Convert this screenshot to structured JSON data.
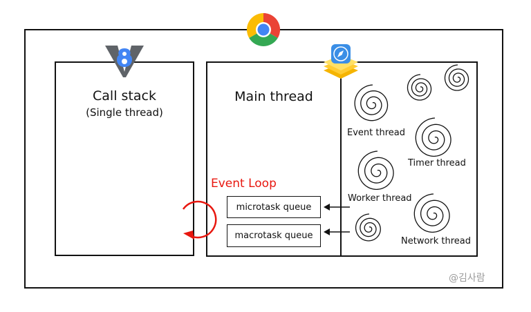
{
  "call_stack": {
    "title": "Call stack",
    "subtitle": "(Single thread)"
  },
  "main_thread": {
    "title": "Main thread"
  },
  "event_loop": {
    "label": "Event Loop",
    "color": "#e8170f"
  },
  "queues": {
    "microtask": "microtask queue",
    "macrotask": "macrotask queue"
  },
  "threads": {
    "event": "Event thread",
    "timer": "Timer thread",
    "worker": "Worker thread",
    "network": "Network thread"
  },
  "credit": "@김사람",
  "icons": [
    "v8-logo-icon",
    "chrome-logo-icon",
    "webkit-logo-icon",
    "spiral-icon",
    "arrow-left-icon",
    "circular-arrow-icon"
  ],
  "colors": {
    "line": "#111111",
    "v8_blue": "#4285f4",
    "v8_gray": "#5f6368",
    "credit": "#9a9a9a"
  }
}
